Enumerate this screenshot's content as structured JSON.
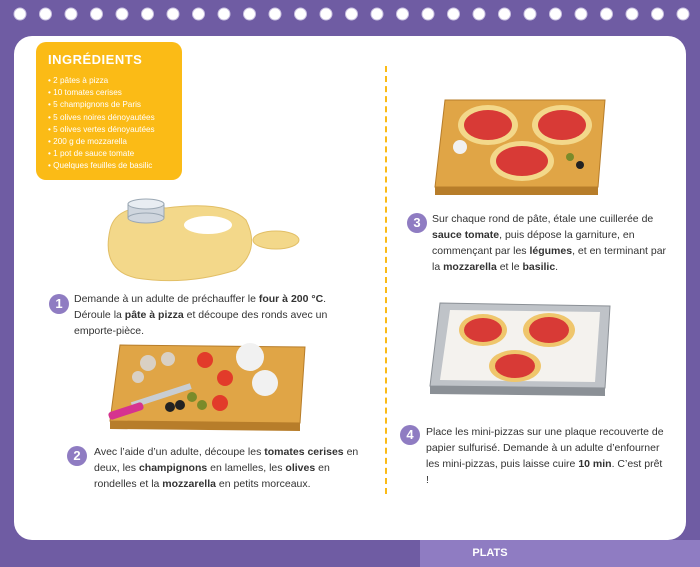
{
  "ingredients": {
    "title": "INGRÉDIENTS",
    "items": [
      "2 pâtes à pizza",
      "10 tomates cerises",
      "5 champignons de Paris",
      "5 olives noires dénoyautées",
      "5 olives vertes dénoyautées",
      "200 g de mozzarella",
      "1 pot de sauce tomate",
      "Quelques feuilles de basilic"
    ]
  },
  "steps": [
    {
      "number": "1",
      "parts": [
        {
          "t": "Demande à un adulte de préchauffer le "
        },
        {
          "t": "four à 200 °C",
          "b": true
        },
        {
          "t": ". Déroule la "
        },
        {
          "t": "pâte à pizza",
          "b": true
        },
        {
          "t": " et découpe des ronds avec un emporte-pièce."
        }
      ]
    },
    {
      "number": "2",
      "parts": [
        {
          "t": "Avec l’aide d’un adulte, découpe les "
        },
        {
          "t": "tomates cerises",
          "b": true
        },
        {
          "t": " en deux, les "
        },
        {
          "t": "champignons",
          "b": true
        },
        {
          "t": " en lamelles, les "
        },
        {
          "t": "olives",
          "b": true
        },
        {
          "t": " en rondelles et la "
        },
        {
          "t": "mozzarella",
          "b": true
        },
        {
          "t": " en petits morceaux."
        }
      ]
    },
    {
      "number": "3",
      "parts": [
        {
          "t": "Sur chaque rond de pâte, étale une cuillerée de "
        },
        {
          "t": "sauce tomate",
          "b": true
        },
        {
          "t": ", puis dépose la garniture, en commençant par les "
        },
        {
          "t": "légumes",
          "b": true
        },
        {
          "t": ", et en terminant par la "
        },
        {
          "t": "mozzarella",
          "b": true
        },
        {
          "t": " et le "
        },
        {
          "t": "basilic",
          "b": true
        },
        {
          "t": "."
        }
      ]
    },
    {
      "number": "4",
      "parts": [
        {
          "t": "Place les mini-pizzas sur une plaque recouverte de papier sulfurisé. Demande à un adulte d’enfourner les mini-pizzas, puis laisse cuire "
        },
        {
          "t": "10 min",
          "b": true
        },
        {
          "t": ". C’est prêt !"
        }
      ]
    }
  ],
  "footer": {
    "section_label": "PLATS"
  },
  "colors": {
    "accent_yellow": "#fbbb16",
    "purple_bg": "#6f5ca3",
    "step_badge": "#8f7cc2"
  }
}
